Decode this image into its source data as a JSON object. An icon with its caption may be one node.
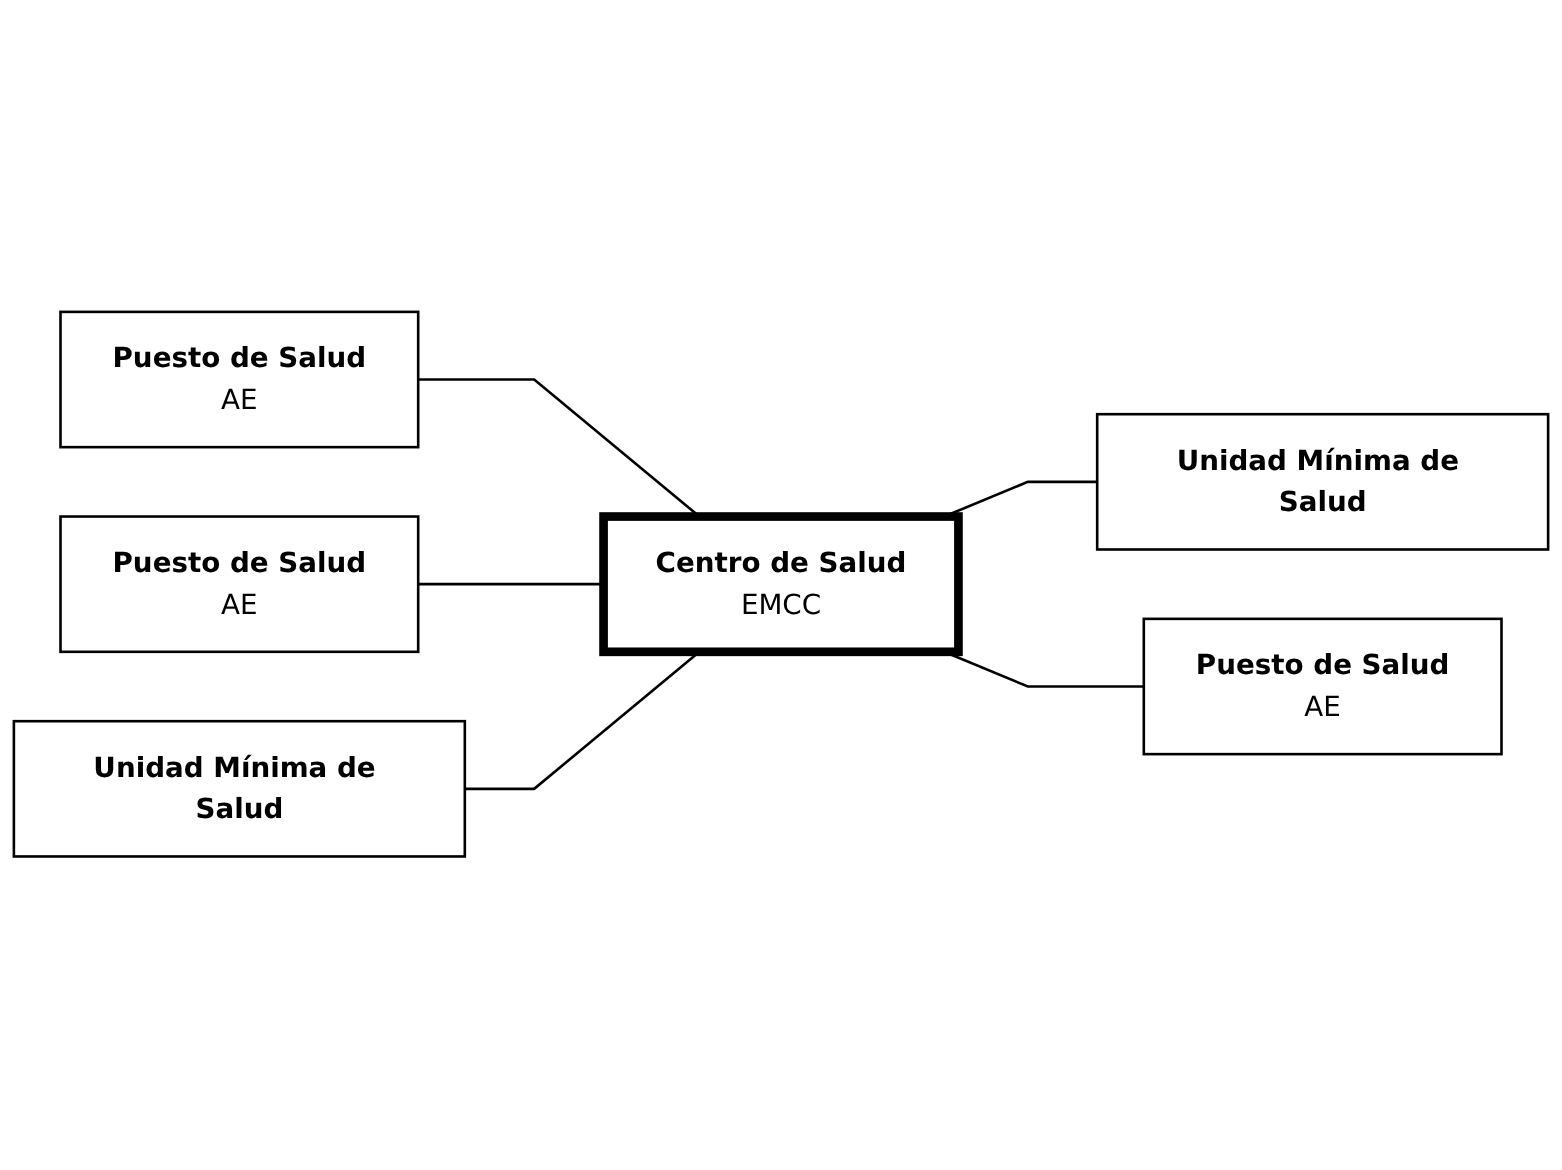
{
  "diagram": {
    "nodes": [
      {
        "text": [
          "Puesto de Salud",
          "AE"
        ]
      },
      {
        "text": [
          "Puesto de Salud",
          "AE"
        ]
      },
      {
        "text": [
          "Unidad Mínima de Salud"
        ]
      },
      {
        "text": [
          "Centro de Salud",
          "EMCC"
        ]
      },
      {
        "text": [
          "Unidad Mínima de Salud"
        ]
      },
      {
        "text": [
          "Puesto de Salud",
          "AE"
        ]
      }
    ],
    "edges": [
      {
        "from": 0,
        "to": 3,
        "arrow": "none"
      },
      {
        "from": 1,
        "to": 3,
        "arrow": "none"
      },
      {
        "from": 4,
        "to": 3,
        "arrow": "none"
      },
      {
        "from": 3,
        "to": 2,
        "arrow": "none"
      },
      {
        "from": 3,
        "to": 5,
        "arrow": "none"
      }
    ]
  }
}
